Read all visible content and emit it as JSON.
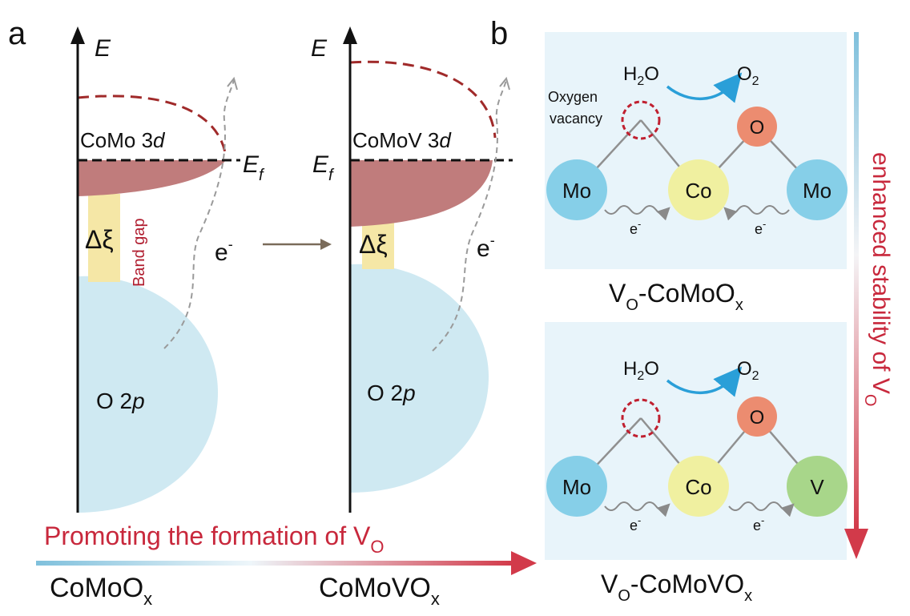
{
  "panel_a": {
    "letter": "a",
    "energy_axis_label": "E",
    "fermi_label": "E",
    "fermi_sub": "f",
    "left": {
      "band_upper": "CoMo 3",
      "band_upper_orbital": "d",
      "gap_symbol": "Δξ",
      "gap_label": "Band gap",
      "band_lower": "O 2",
      "band_lower_orbital": "p",
      "electron": "e",
      "electron_sup": "-",
      "material": "CoMoO",
      "material_sub": "x"
    },
    "right": {
      "band_upper": "CoMoV 3",
      "band_upper_orbital": "d",
      "gap_symbol": "Δξ",
      "band_lower": "O 2",
      "band_lower_orbital": "p",
      "electron": "e",
      "electron_sup": "-",
      "material": "CoMoVO",
      "material_sub": "x"
    },
    "promoting_text": "Promoting the formation of V",
    "promoting_sub": "O"
  },
  "panel_b": {
    "letter": "b",
    "top": {
      "water": "H",
      "water_sub": "2",
      "water_end": "O",
      "oxygen_product": "O",
      "oxygen_product_sub": "2",
      "vacancy_label_line1": "Oxygen",
      "vacancy_label_line2": "vacancy",
      "atom_left": "Mo",
      "atom_center": "Co",
      "atom_right": "Mo",
      "atom_oxygen": "O",
      "electron": "e",
      "electron_sup": "-",
      "caption_v": "V",
      "caption_sub": "O",
      "caption_rest": "-CoMoO",
      "caption_x": "x"
    },
    "bottom": {
      "water": "H",
      "water_sub": "2",
      "water_end": "O",
      "oxygen_product": "O",
      "oxygen_product_sub": "2",
      "atom_left": "Mo",
      "atom_center": "Co",
      "atom_right": "V",
      "atom_oxygen": "O",
      "electron": "e",
      "electron_sup": "-",
      "caption_v": "V",
      "caption_sub": "O",
      "caption_rest": "-CoMoVO",
      "caption_x": "x"
    },
    "side_text": "enhanced stability of V",
    "side_sub": "O"
  },
  "colors": {
    "band_d": "#c07c7c",
    "band_p": "#cfe9f2",
    "gap": "#f5e7a6",
    "dashed_red": "#a02a2a",
    "panel_bg": "#e8f4fa",
    "mo_atom": "#86cfe8",
    "co_atom": "#f0f0a0",
    "o_atom": "#ec8c70",
    "v_atom": "#a8d68a",
    "arrow_blue": "#2a9fd8",
    "accent_red": "#c8283c"
  }
}
